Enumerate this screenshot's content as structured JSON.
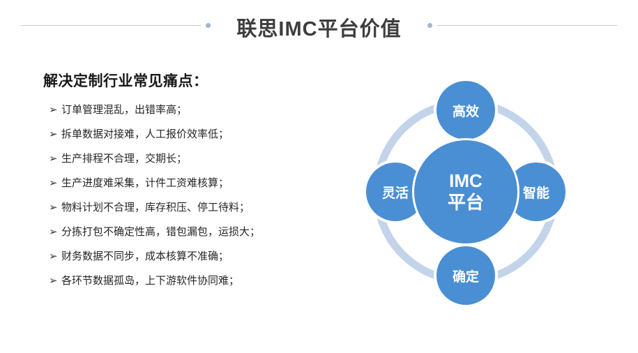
{
  "header": {
    "title": "联思IMC平台价值",
    "decor_dot_left": "dot",
    "decor_dot_right": "dot"
  },
  "left": {
    "section_title": "解决定制行业常见痛点：",
    "bullet_glyph": "➢",
    "items": [
      "订单管理混乱，出错率高；",
      "拆单数据对接难，人工报价效率低；",
      "生产排程不合理，交期长；",
      "生产进度难采集，计件工资难核算；",
      "物料计划不合理，库存积压、停工待料；",
      "分拣打包不确定性高，错包漏包，运损大；",
      "财务数据不同步，成本核算不准确；",
      "各环节数据孤岛，上下游软件协同难；"
    ]
  },
  "diagram": {
    "center_line1": "IMC",
    "center_line2": "平台",
    "nodes": {
      "top": "高效",
      "right": "智能",
      "bottom": "确定",
      "left": "灵活"
    },
    "colors": {
      "node_blue": "#4a8fd4",
      "ring_blue": "#c3d4ea",
      "rule_gray": "#c9c9c9",
      "dot_blue": "#9fb6d6"
    }
  }
}
